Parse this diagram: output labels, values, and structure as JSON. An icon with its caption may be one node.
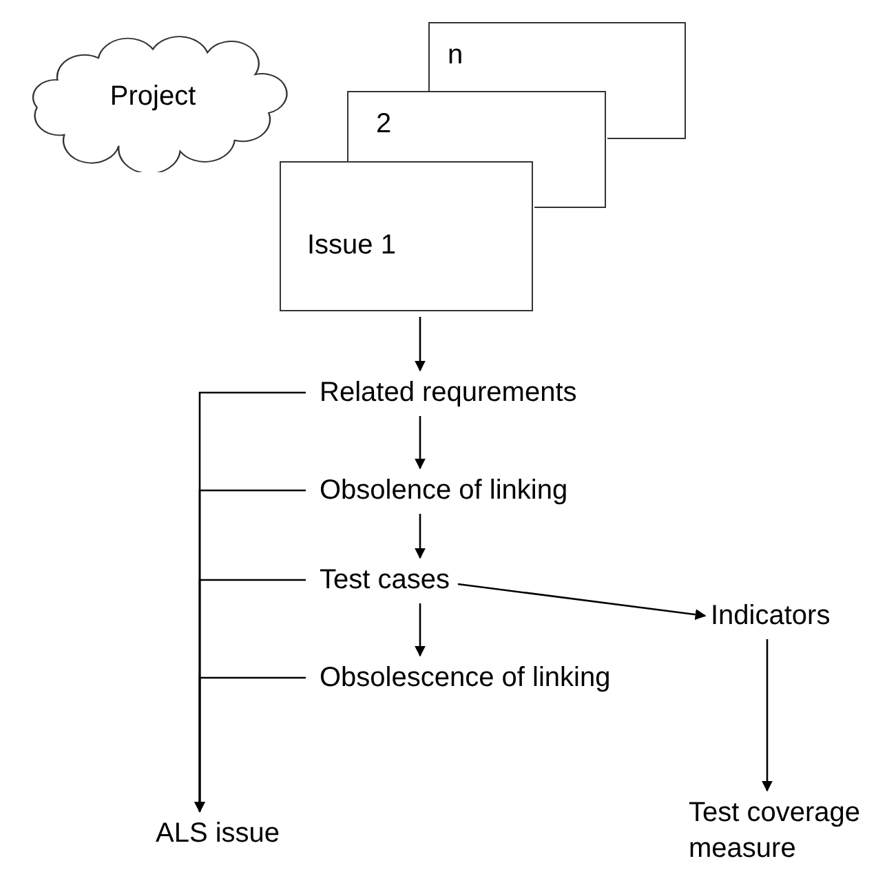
{
  "diagram": {
    "nodes": [
      {
        "text": [
          "Project"
        ]
      },
      {
        "text": [
          "n"
        ]
      },
      {
        "text": [
          "2"
        ]
      },
      {
        "text": [
          "Issue 1"
        ]
      },
      {
        "text": [
          "Related requrements"
        ]
      },
      {
        "text": [
          "Obsolence of linking"
        ]
      },
      {
        "text": [
          "Test cases"
        ]
      },
      {
        "text": [
          "Obsolescence of linking"
        ]
      },
      {
        "text": [
          "Indicators"
        ]
      },
      {
        "text": [
          "ALS issue"
        ]
      },
      {
        "text": [
          "Test coverage measure"
        ]
      }
    ],
    "edges": [
      {
        "from": 3,
        "to": 4,
        "arrow": "to"
      },
      {
        "from": 4,
        "to": 5,
        "arrow": "to"
      },
      {
        "from": 5,
        "to": 6,
        "arrow": "to"
      },
      {
        "from": 6,
        "to": 7,
        "arrow": "to"
      },
      {
        "from": 6,
        "to": 8,
        "arrow": "to"
      },
      {
        "from": 8,
        "to": 10,
        "arrow": "to"
      },
      {
        "from": 4,
        "to": 9,
        "arrow": "to"
      },
      {
        "from": 5,
        "to": 9,
        "arrow": "to"
      },
      {
        "from": 6,
        "to": 9,
        "arrow": "to"
      },
      {
        "from": 7,
        "to": 9,
        "arrow": "to"
      }
    ]
  }
}
